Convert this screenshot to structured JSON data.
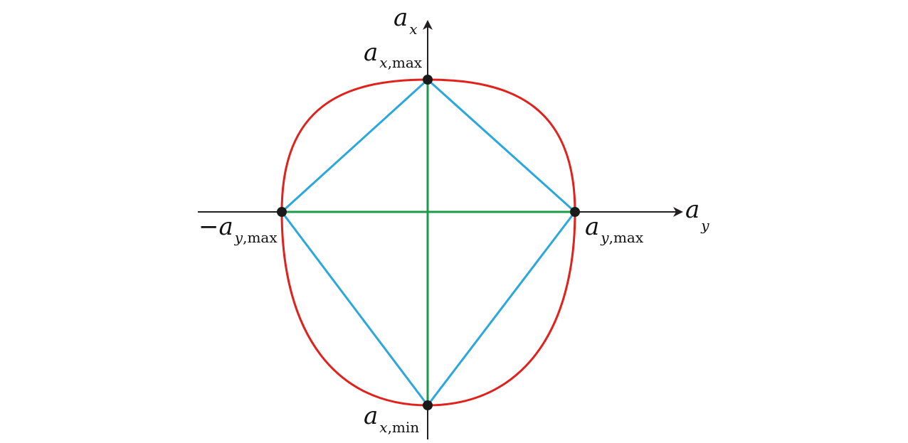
{
  "axes": {
    "vertical": {
      "symbol": "a",
      "subscript": "x"
    },
    "horizontal": {
      "symbol": "a",
      "subscript": "y"
    }
  },
  "points": {
    "top": {
      "symbol": "a",
      "sub_var": "x",
      "sub_rest": ",max"
    },
    "bottom": {
      "symbol": "a",
      "sub_var": "x",
      "sub_rest": ",min"
    },
    "right": {
      "symbol": "a",
      "sub_var": "y",
      "sub_rest": ",max"
    },
    "left": {
      "prefix": "−",
      "symbol": "a",
      "sub_var": "y",
      "sub_rest": ",max"
    }
  },
  "colors": {
    "envelope": "#e0211c",
    "diamond": "#2aa7df",
    "cross": "#1b9a48",
    "axis": "#231f20",
    "point": "#1a1a1a"
  }
}
